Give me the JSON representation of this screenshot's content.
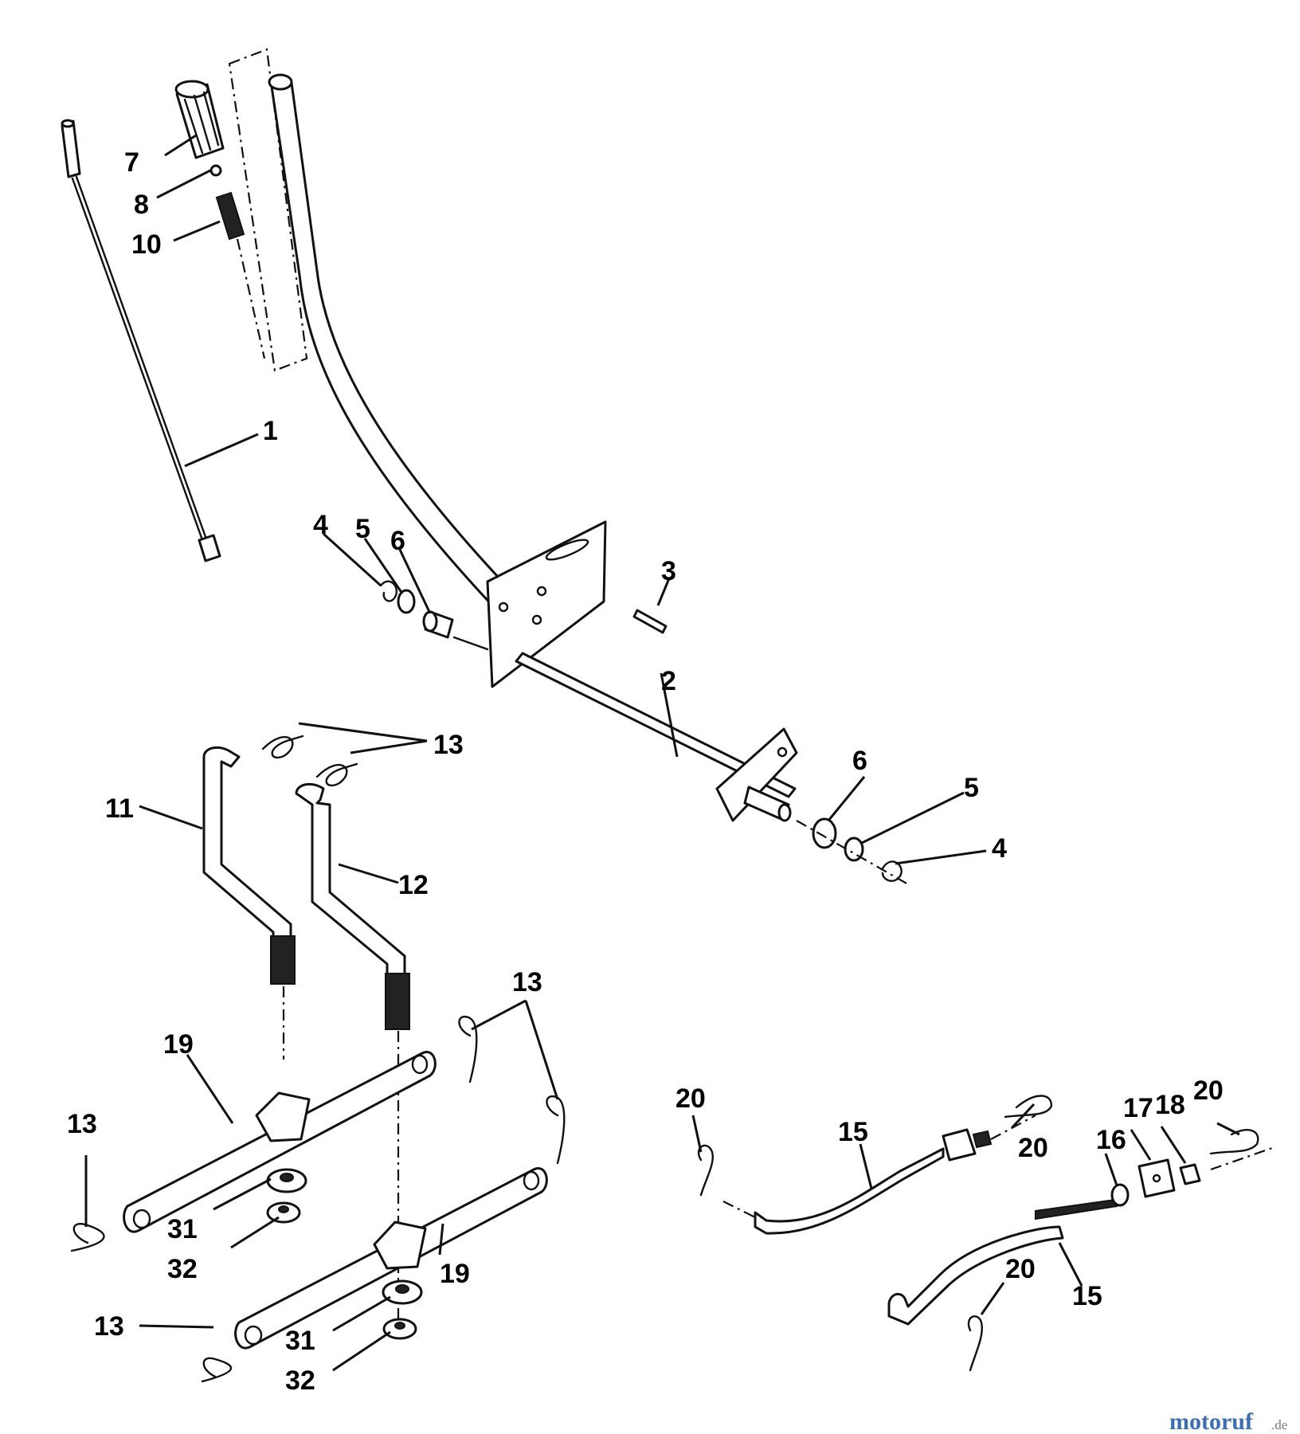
{
  "callouts": [
    {
      "id": "c1",
      "text": "1"
    },
    {
      "id": "c2",
      "text": "2"
    },
    {
      "id": "c3",
      "text": "3"
    },
    {
      "id": "c4a",
      "text": "4"
    },
    {
      "id": "c5a",
      "text": "5"
    },
    {
      "id": "c6a",
      "text": "6"
    },
    {
      "id": "c6b",
      "text": "6"
    },
    {
      "id": "c5b",
      "text": "5"
    },
    {
      "id": "c4b",
      "text": "4"
    },
    {
      "id": "c7",
      "text": "7"
    },
    {
      "id": "c8",
      "text": "8"
    },
    {
      "id": "c10",
      "text": "10"
    },
    {
      "id": "c11",
      "text": "11"
    },
    {
      "id": "c12",
      "text": "12"
    },
    {
      "id": "c13a",
      "text": "13"
    },
    {
      "id": "c13b",
      "text": "13"
    },
    {
      "id": "c13c",
      "text": "13"
    },
    {
      "id": "c13d",
      "text": "13"
    },
    {
      "id": "c19a",
      "text": "19"
    },
    {
      "id": "c19b",
      "text": "19"
    },
    {
      "id": "c31a",
      "text": "31"
    },
    {
      "id": "c32a",
      "text": "32"
    },
    {
      "id": "c31b",
      "text": "31"
    },
    {
      "id": "c32b",
      "text": "32"
    },
    {
      "id": "c20a",
      "text": "20"
    },
    {
      "id": "c20b",
      "text": "20"
    },
    {
      "id": "c20c",
      "text": "20"
    },
    {
      "id": "c20d",
      "text": "20"
    },
    {
      "id": "c15a",
      "text": "15"
    },
    {
      "id": "c15b",
      "text": "15"
    },
    {
      "id": "c16",
      "text": "16"
    },
    {
      "id": "c17",
      "text": "17"
    },
    {
      "id": "c18",
      "text": "18"
    }
  ],
  "watermark": {
    "brand": "motoruf",
    "suffix": ".de"
  }
}
